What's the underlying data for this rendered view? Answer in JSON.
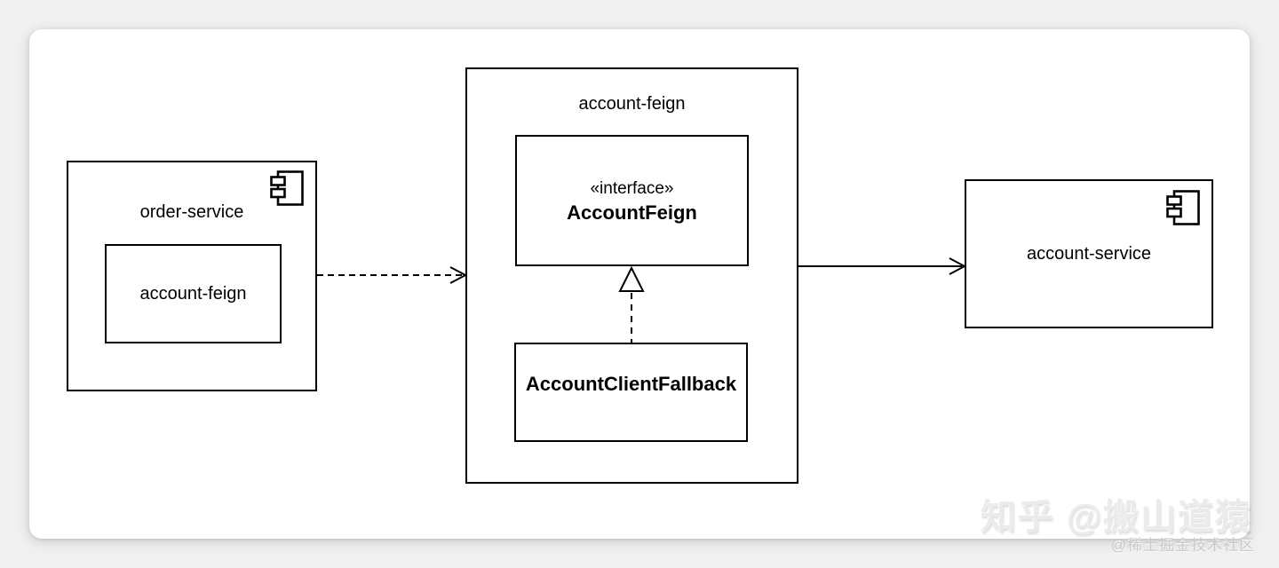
{
  "colors": {
    "page_background": "#f0f0f1",
    "canvas_fill": "#ffffff",
    "line": "#000000",
    "watermark_large": "#ebebeb",
    "watermark_small": "#c9c9c9"
  },
  "diagram": {
    "order_service": {
      "title": "order-service",
      "icon": "uml-component-icon",
      "inner": {
        "title": "account-feign"
      }
    },
    "account_feign_package": {
      "title": "account-feign",
      "interface": {
        "stereotype": "«interface»",
        "name": "AccountFeign"
      },
      "fallback": {
        "name": "AccountClientFallback"
      }
    },
    "account_service": {
      "title": "account-service",
      "icon": "uml-component-icon"
    },
    "edges": [
      {
        "from": "order-service/account-feign",
        "to": "account-feign",
        "type": "dependency",
        "style": "dashed",
        "arrowhead": "open"
      },
      {
        "from": "account-feign",
        "to": "account-service",
        "type": "association",
        "style": "solid",
        "arrowhead": "open"
      },
      {
        "from": "AccountClientFallback",
        "to": "AccountFeign",
        "type": "realization",
        "style": "dashed",
        "arrowhead": "hollow-triangle"
      }
    ]
  },
  "watermark": {
    "primary": "知乎 @搬山道猿",
    "secondary": "@稀土掘金技术社区"
  }
}
